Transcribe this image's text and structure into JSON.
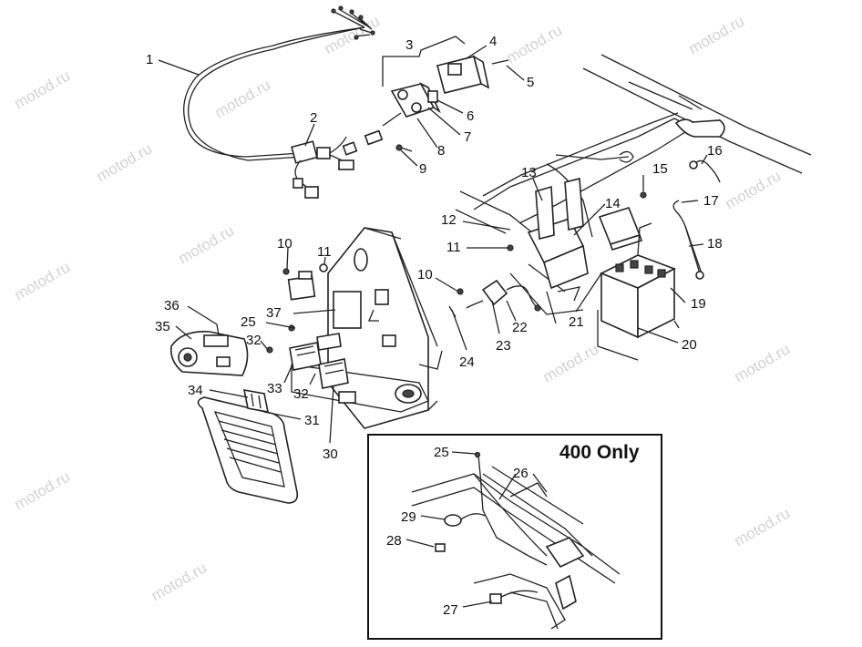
{
  "diagram": {
    "inset_title": "400 Only",
    "watermark": "motod.ru",
    "callouts": [
      {
        "id": "c1",
        "text": "1"
      },
      {
        "id": "c2",
        "text": "2"
      },
      {
        "id": "c3",
        "text": "3"
      },
      {
        "id": "c4",
        "text": "4"
      },
      {
        "id": "c5",
        "text": "5"
      },
      {
        "id": "c6",
        "text": "6"
      },
      {
        "id": "c7",
        "text": "7"
      },
      {
        "id": "c8",
        "text": "8"
      },
      {
        "id": "c9",
        "text": "9"
      },
      {
        "id": "c10a",
        "text": "10"
      },
      {
        "id": "c11a",
        "text": "11"
      },
      {
        "id": "c10b",
        "text": "10"
      },
      {
        "id": "c11b",
        "text": "11"
      },
      {
        "id": "c12",
        "text": "12"
      },
      {
        "id": "c13",
        "text": "13"
      },
      {
        "id": "c14",
        "text": "14"
      },
      {
        "id": "c15",
        "text": "15"
      },
      {
        "id": "c16",
        "text": "16"
      },
      {
        "id": "c17",
        "text": "17"
      },
      {
        "id": "c18",
        "text": "18"
      },
      {
        "id": "c19",
        "text": "19"
      },
      {
        "id": "c20",
        "text": "20"
      },
      {
        "id": "c21",
        "text": "21"
      },
      {
        "id": "c22",
        "text": "22"
      },
      {
        "id": "c23",
        "text": "23"
      },
      {
        "id": "c24",
        "text": "24"
      },
      {
        "id": "c25a",
        "text": "25"
      },
      {
        "id": "c32a",
        "text": "32"
      },
      {
        "id": "c33",
        "text": "33"
      },
      {
        "id": "c32b",
        "text": "32"
      },
      {
        "id": "c34",
        "text": "34"
      },
      {
        "id": "c31",
        "text": "31"
      },
      {
        "id": "c30",
        "text": "30"
      },
      {
        "id": "c35",
        "text": "35"
      },
      {
        "id": "c36",
        "text": "36"
      },
      {
        "id": "c37",
        "text": "37"
      },
      {
        "id": "c25b",
        "text": "25"
      },
      {
        "id": "c26",
        "text": "26"
      },
      {
        "id": "c29",
        "text": "29"
      },
      {
        "id": "c28",
        "text": "28"
      },
      {
        "id": "c27",
        "text": "27"
      }
    ]
  }
}
